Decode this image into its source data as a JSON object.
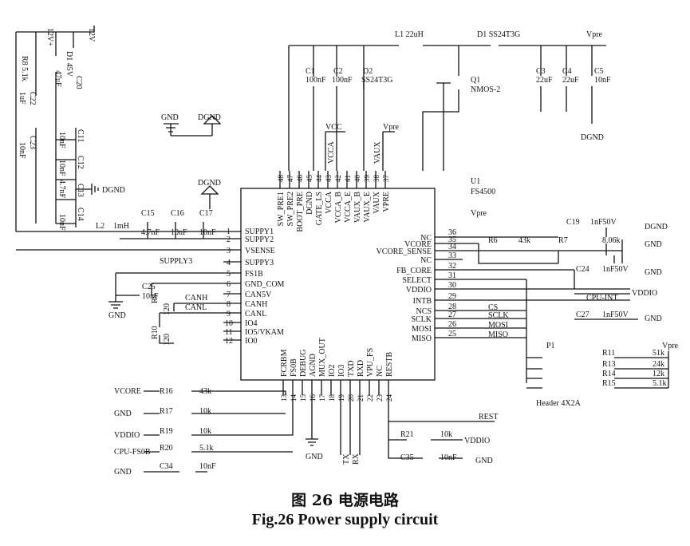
{
  "caption": {
    "cn": "图 26  电源电路",
    "en": "Fig.26 Power supply circuit"
  },
  "ic": {
    "ref": "U1",
    "part": "FS4500",
    "left_pins": [
      {
        "num": "1",
        "name": "SUPPY1"
      },
      {
        "num": "2",
        "name": "SUPPY2"
      },
      {
        "num": "3",
        "name": "VSENSE"
      },
      {
        "num": "4",
        "name": "SUPPY3"
      },
      {
        "num": "5",
        "name": "FS1B"
      },
      {
        "num": "6",
        "name": "GND_COM"
      },
      {
        "num": "7",
        "name": "CAN5V"
      },
      {
        "num": "8",
        "name": "CANH"
      },
      {
        "num": "9",
        "name": "CANL"
      },
      {
        "num": "10",
        "name": "IO4"
      },
      {
        "num": "11",
        "name": "IO5/VKAM"
      },
      {
        "num": "12",
        "name": "IO0"
      }
    ],
    "right_pins": [
      {
        "num": "36",
        "name": "NC"
      },
      {
        "num": "35",
        "name": "VCORE"
      },
      {
        "num": "34",
        "name": "VCORE_SENSE"
      },
      {
        "num": "33",
        "name": "NC"
      },
      {
        "num": "32",
        "name": "FB_CORE"
      },
      {
        "num": "31",
        "name": "SELECT"
      },
      {
        "num": "30",
        "name": "VDDIO"
      },
      {
        "num": "29",
        "name": "INTB"
      },
      {
        "num": "28",
        "name": "NCS"
      },
      {
        "num": "27",
        "name": "SCLK"
      },
      {
        "num": "26",
        "name": "MOSI"
      },
      {
        "num": "25",
        "name": "MISO"
      }
    ],
    "top_pins": [
      {
        "num": "48",
        "name": "SW_PRE1"
      },
      {
        "num": "47",
        "name": "SW_PRE2"
      },
      {
        "num": "46",
        "name": "BOOT_PRE"
      },
      {
        "num": "45",
        "name": "DGND"
      },
      {
        "num": "44",
        "name": "GATE_LS"
      },
      {
        "num": "43",
        "name": "VCCA"
      },
      {
        "num": "42",
        "name": "VCCA_B"
      },
      {
        "num": "41",
        "name": "VCCA_E"
      },
      {
        "num": "40",
        "name": "VAUX_B"
      },
      {
        "num": "39",
        "name": "VAUX_E"
      },
      {
        "num": "38",
        "name": "VAUX"
      },
      {
        "num": "37",
        "name": "VPRE"
      }
    ],
    "bottom_pins": [
      {
        "num": "13",
        "name": "FCRBM"
      },
      {
        "num": "14",
        "name": "FS0B"
      },
      {
        "num": "15",
        "name": "DEBUG"
      },
      {
        "num": "16",
        "name": "AGND"
      },
      {
        "num": "17",
        "name": "MUX_OUT"
      },
      {
        "num": "18",
        "name": "IO2"
      },
      {
        "num": "19",
        "name": "IO3"
      },
      {
        "num": "20",
        "name": "TXD"
      },
      {
        "num": "21",
        "name": "RXD"
      },
      {
        "num": "22",
        "name": "VPU_FS"
      },
      {
        "num": "23",
        "name": "NC"
      },
      {
        "num": "24",
        "name": "RESTB"
      }
    ]
  },
  "parts": {
    "l1": "L1  22uH",
    "d1_top": "D1  SS24T3G",
    "vpre_top": "Vpre",
    "c1_ref": "C1",
    "c1_val": "100nF",
    "c2_ref": "C2",
    "c2_val": "100nF",
    "d2_ref": "D2",
    "d2_val": "SS24T3G",
    "q1_ref": "Q1",
    "q1_val": "NMOS-2",
    "c3_ref": "C3",
    "c3_val": "22uF",
    "c4_ref": "C4",
    "c4_val": "22uF",
    "c5_ref": "C5",
    "c5_val": "10nF",
    "dgnd_right": "DGND",
    "vcc": "VCC",
    "vpre_mid": "Vpre",
    "vcca": "VCCA",
    "vaux": "VAUX",
    "rail_12v": "12V",
    "rail_12vp": "12V+",
    "d1_left": "D1  45V",
    "c20": "C20",
    "c20_val": "47uF",
    "r8": "R8  5.1k",
    "c22": "C22",
    "c22_val": "1uF",
    "c23": "C23",
    "c23_val": "10nF",
    "c11": "C11",
    "c11_val": "10nF",
    "c12": "C12",
    "c12_val": "10nF",
    "c13": "C13",
    "c13_val": "4.7nF",
    "c14": "C14",
    "c14_val": "10nF",
    "dgnd_c13": "DGND",
    "gnd_sym": "GND",
    "dgnd_sym": "DGND",
    "dgnd_top": "DGND",
    "c15": "C15",
    "c15_val": "4.7nF",
    "c16": "C16",
    "c16_val": "10nF",
    "c17": "C17",
    "c17_val": "10nF",
    "l2": "L2",
    "l2_val": "1mH",
    "supply3": "SUPPLY3",
    "c25": "C25",
    "c25_val": "10nF",
    "gnd_c25": "GND",
    "canh": "CANH",
    "canl": "CANL",
    "r9": "R9",
    "r9_val": "120",
    "r10": "R10",
    "r10_val": "120",
    "vpre_r": "Vpre",
    "c19": "C19",
    "c19_val": "1nF50V",
    "dgnd_c19": "DGND",
    "r6": "R6",
    "r6_val": "43k",
    "r7": "R7",
    "r7_val": "8.06k",
    "gnd_r7": "GND",
    "c24": "C24",
    "c24_val": "1nF50V",
    "gnd_c24": "GND",
    "vddio_r": "VDDIO",
    "cpu_int": "CPU-INT",
    "c27": "C27",
    "c27_val": "1nF50V",
    "gnd_c27": "GND",
    "cs": "CS",
    "sclk": "SCLK",
    "mosi": "MOSI",
    "miso": "MISO",
    "p1": "P1",
    "header": "Header 4X2A",
    "r11": "R11",
    "r11_val": "51k",
    "r13": "R13",
    "r13_val": "24k",
    "r14": "R14",
    "r14_val": "12k",
    "r15": "R15",
    "r15_val": "5.1k",
    "vpre_hdr": "Vpre",
    "vcore_b": "VCORE",
    "r16": "R16",
    "r16_val": "43k",
    "gnd_r17": "GND",
    "r17": "R17",
    "r17_val": "10k",
    "vddio_b": "VDDIO",
    "r19": "R19",
    "r19_val": "10k",
    "cpu_fs0b": "CPU-FS0B",
    "r20": "R20",
    "r20_val": "5.1k",
    "gnd_c34": "GND",
    "c34": "C34",
    "c34_val": "10nF",
    "gnd_agnd": "GND",
    "rest": "REST",
    "r21": "R21",
    "r21_val": "10k",
    "vddio_r21": "VDDIO",
    "c35": "C35",
    "c35_val": "10nF",
    "gnd_c35": "GND",
    "tx": "TX",
    "rx": "RX"
  }
}
